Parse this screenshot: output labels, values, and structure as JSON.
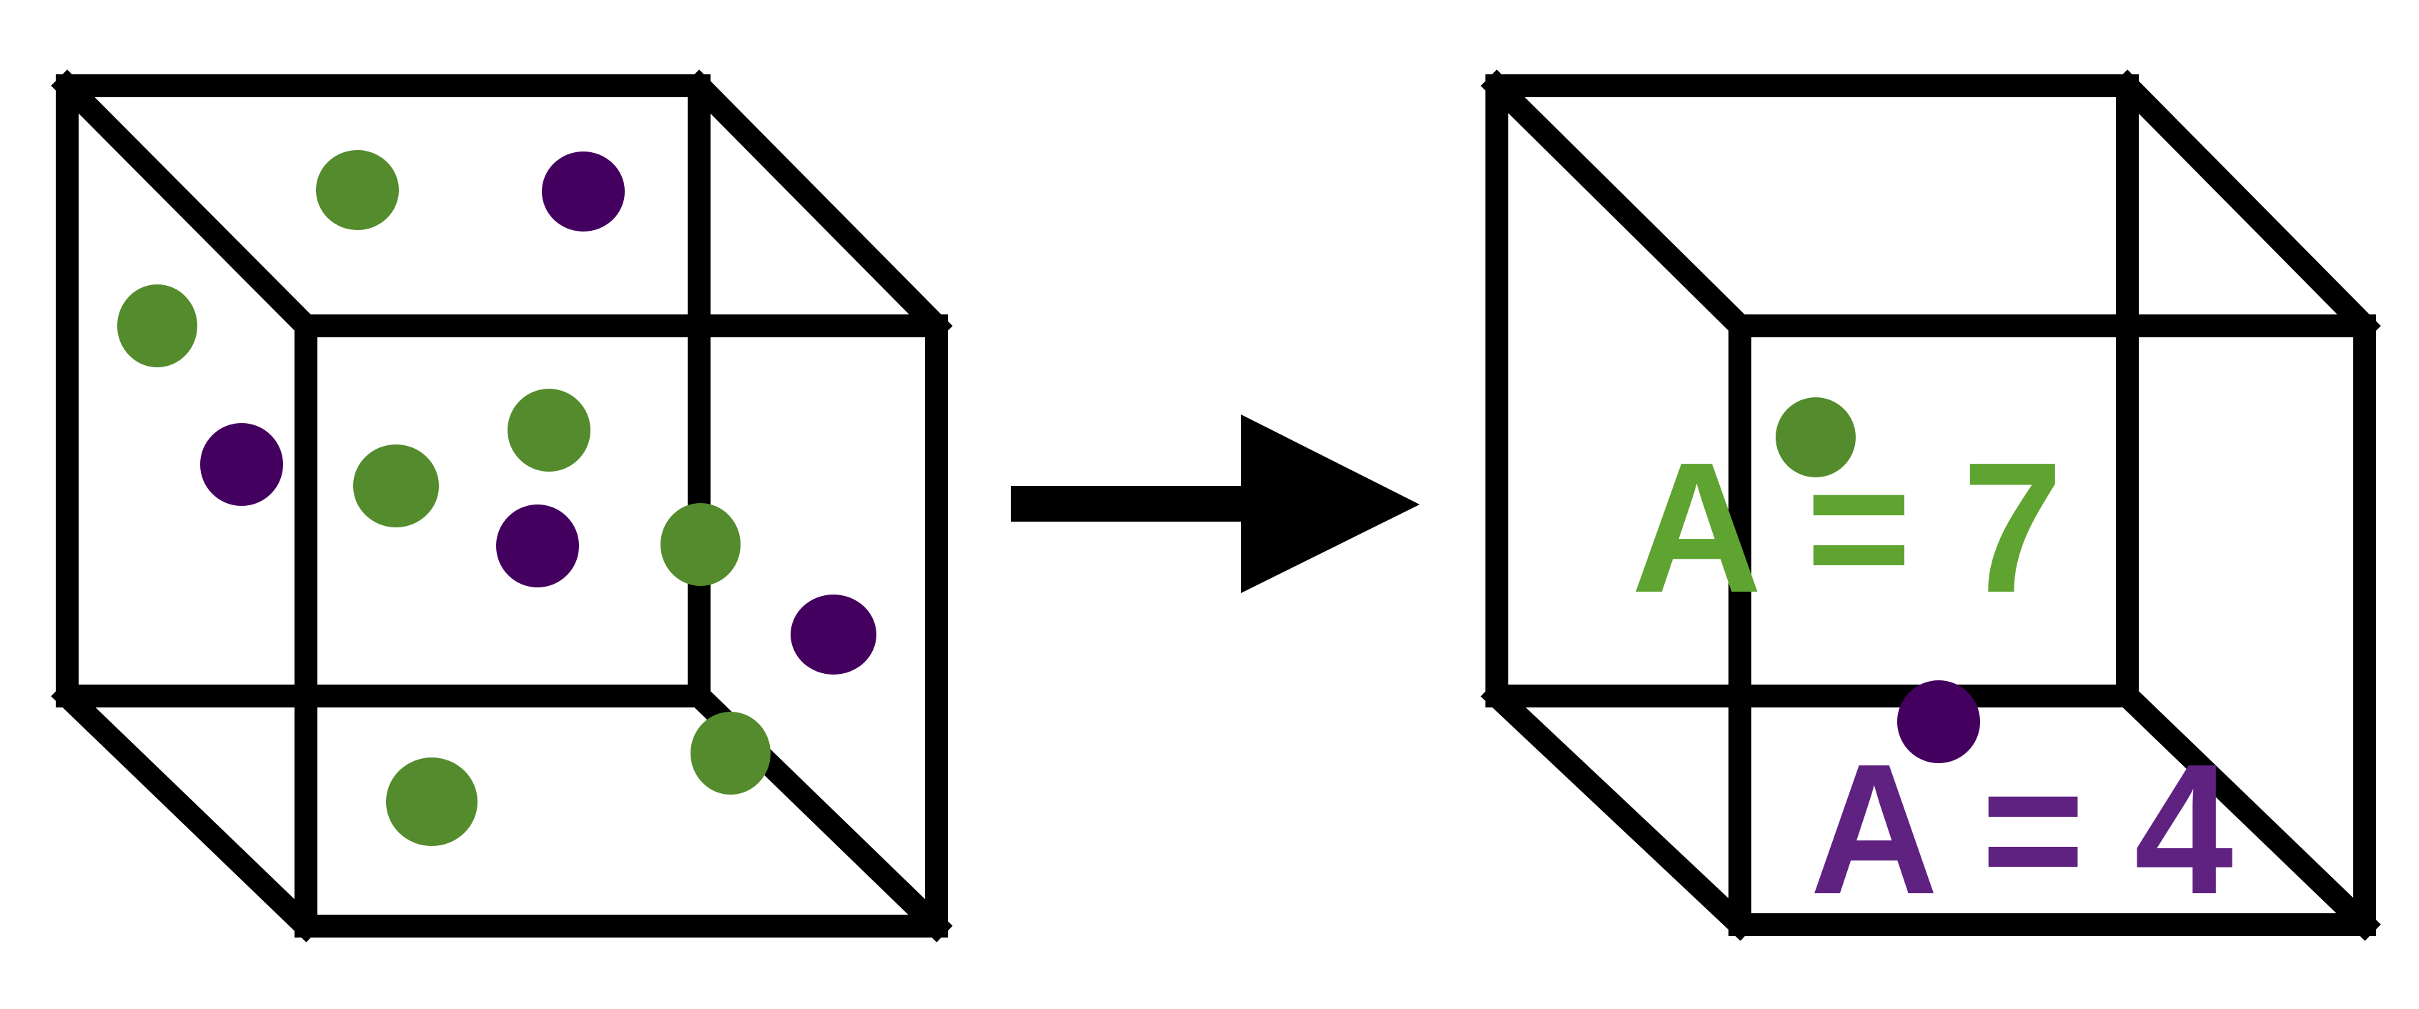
{
  "colors": {
    "line": "#000000",
    "green_particle": "#548b2c",
    "purple_particle": "#44005f",
    "green_label": "#5fa331",
    "purple_label": "#5f2281"
  },
  "left_box": {
    "particles": [
      {
        "kind": "green",
        "icon": "green-particle-icon"
      },
      {
        "kind": "purple",
        "icon": "purple-particle-icon"
      },
      {
        "kind": "green",
        "icon": "green-particle-icon"
      },
      {
        "kind": "purple",
        "icon": "purple-particle-icon"
      },
      {
        "kind": "green",
        "icon": "green-particle-icon"
      },
      {
        "kind": "green",
        "icon": "green-particle-icon"
      },
      {
        "kind": "purple",
        "icon": "purple-particle-icon"
      },
      {
        "kind": "green",
        "icon": "green-particle-icon"
      },
      {
        "kind": "purple",
        "icon": "purple-particle-icon"
      },
      {
        "kind": "green",
        "icon": "green-particle-icon"
      },
      {
        "kind": "green",
        "icon": "green-particle-icon"
      }
    ]
  },
  "arrow": {
    "icon": "right-arrow-icon"
  },
  "right_box": {
    "green_label": "A = 7",
    "purple_label": "A = 4",
    "particles": [
      {
        "kind": "green",
        "icon": "green-particle-icon"
      },
      {
        "kind": "purple",
        "icon": "purple-particle-icon"
      }
    ]
  }
}
